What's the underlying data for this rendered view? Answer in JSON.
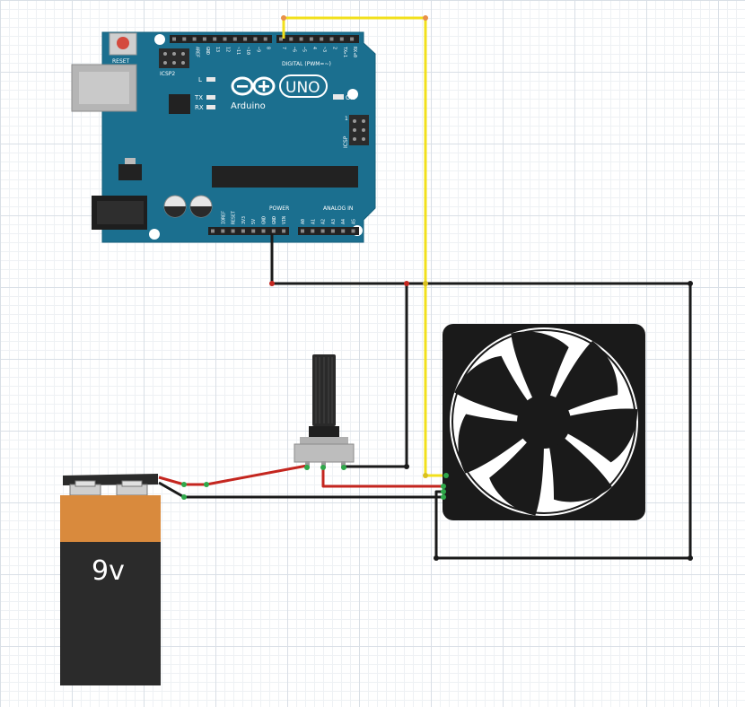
{
  "arduino": {
    "reset_label": "RESET",
    "icsp2_label": "ICSP2",
    "icsp_label": "ICSP",
    "l_label": "L",
    "tx_label": "TX",
    "rx_label": "RX",
    "on_label": "ON",
    "uno_label": "UNO",
    "brand_label": "Arduino",
    "digital_label": "DIGITAL (PWM=~)",
    "power_label": "POWER",
    "analog_label": "ANALOG IN",
    "icsp_pin_num": "1",
    "top_pins": [
      "AREF",
      "GND",
      "13",
      "12",
      "~11",
      "~10",
      "~9",
      "8",
      "7",
      "~6",
      "~5",
      "4",
      "~3",
      "2",
      "TX▸1",
      "RX◂0"
    ],
    "power_pins": [
      "IOREF",
      "RESET",
      "3V3",
      "5V",
      "GND",
      "GND",
      "VIN"
    ],
    "analog_pins": [
      "A0",
      "A1",
      "A2",
      "A3",
      "A4",
      "A5"
    ]
  },
  "battery": {
    "label": "9v"
  },
  "colors": {
    "board": "#1b6f8f",
    "wire_yellow": "#f2e01c",
    "wire_red": "#c4261f",
    "wire_black": "#1a1a1a",
    "battery_top": "#d98a3d",
    "battery_body": "#2b2b2b",
    "fan": "#1a1a1a"
  },
  "components": [
    "arduino-uno",
    "potentiometer",
    "9v-battery",
    "dc-fan"
  ]
}
